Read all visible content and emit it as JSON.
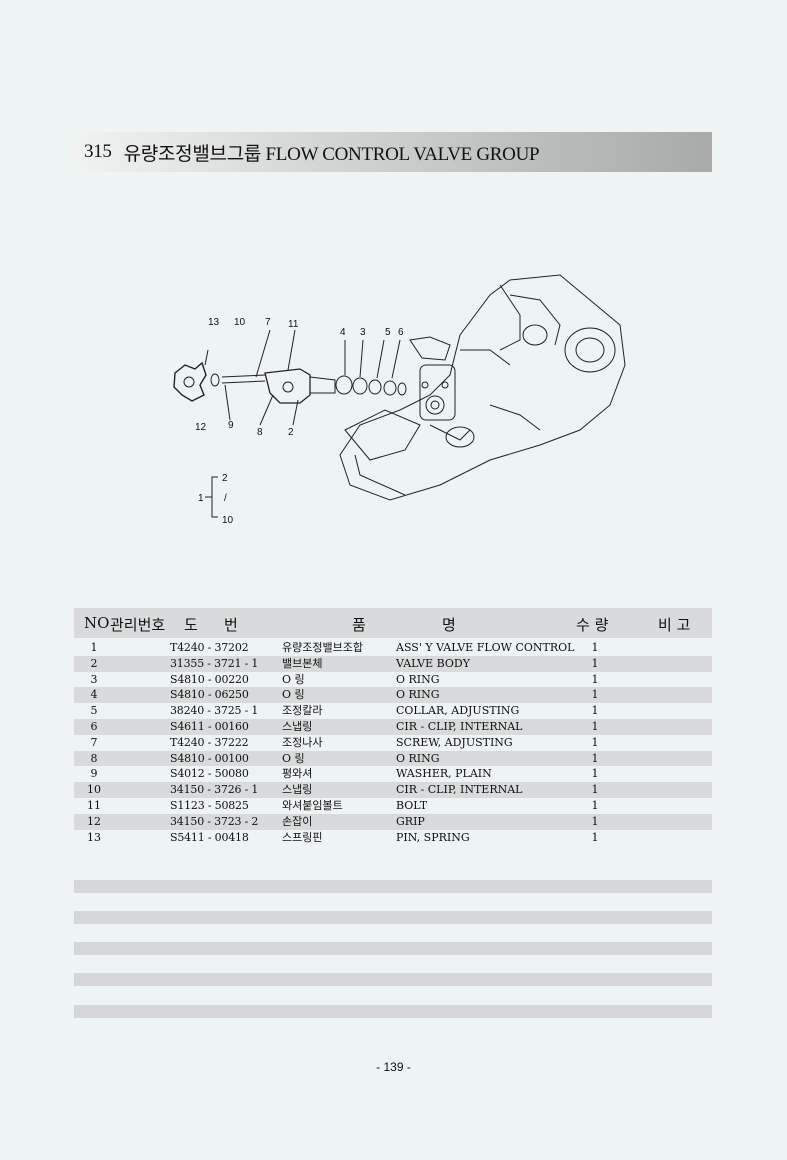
{
  "header": {
    "section_number": "315",
    "title": "유량조정밸브그룹 FLOW CONTROL VALVE GROUP"
  },
  "diagram": {
    "callouts": [
      "13",
      "10",
      "7",
      "11",
      "4",
      "3",
      "5",
      "6",
      "12",
      "9",
      "8",
      "2"
    ],
    "legend": {
      "parent": "1",
      "top": "2",
      "middle": "/",
      "bottom": "10"
    }
  },
  "table": {
    "headers": {
      "no": "NO",
      "mgmt": "관리번호",
      "do": "도",
      "beon": "번",
      "pum": "품",
      "myeong": "명",
      "qty": "수 량",
      "remarks": "비 고"
    },
    "rows": [
      {
        "no": "1",
        "code": "T4240 - 37202",
        "kr": "유량조정밸브조합",
        "en": "ASS' Y VALVE FLOW CONTROL",
        "qty": "1"
      },
      {
        "no": "2",
        "code": "31355 - 3721 - 1",
        "kr": "밸브본체",
        "en": "VALVE BODY",
        "qty": "1"
      },
      {
        "no": "3",
        "code": "S4810 - 00220",
        "kr": "O 링",
        "en": "O RING",
        "qty": "1"
      },
      {
        "no": "4",
        "code": "S4810 - 06250",
        "kr": "O 링",
        "en": "O RING",
        "qty": "1"
      },
      {
        "no": "5",
        "code": "38240 - 3725 - 1",
        "kr": "조정칼라",
        "en": "COLLAR, ADJUSTING",
        "qty": "1"
      },
      {
        "no": "6",
        "code": "S4611 - 00160",
        "kr": "스냅링",
        "en": "CIR - CLIP, INTERNAL",
        "qty": "1"
      },
      {
        "no": "7",
        "code": "T4240 - 37222",
        "kr": "조정나사",
        "en": "SCREW, ADJUSTING",
        "qty": "1"
      },
      {
        "no": "8",
        "code": "S4810 - 00100",
        "kr": "O 링",
        "en": "O RING",
        "qty": "1"
      },
      {
        "no": "9",
        "code": "S4012 - 50080",
        "kr": "평와셔",
        "en": "WASHER, PLAIN",
        "qty": "1"
      },
      {
        "no": "10",
        "code": "34150 - 3726 - 1",
        "kr": "스냅링",
        "en": "CIR - CLIP, INTERNAL",
        "qty": "1"
      },
      {
        "no": "11",
        "code": "S1123 - 50825",
        "kr": "와셔붙임볼트",
        "en": "BOLT",
        "qty": "1"
      },
      {
        "no": "12",
        "code": "34150 - 3723 - 2",
        "kr": "손잡이",
        "en": "GRIP",
        "qty": "1"
      },
      {
        "no": "13",
        "code": "S5411 - 00418",
        "kr": "스프링핀",
        "en": "PIN, SPRING",
        "qty": "1"
      }
    ]
  },
  "footer": {
    "page_number": "- 139 -"
  }
}
